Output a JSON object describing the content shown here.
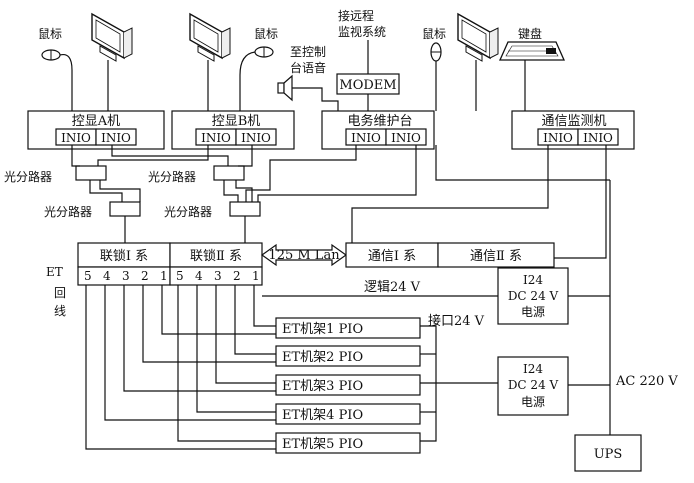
{
  "nodes": {
    "kongxian_a": "控显A机",
    "kongxian_b": "控显B机",
    "dianwu": "电务维护台",
    "tongxin_jiance": "通信监测机",
    "modem": "MODEM",
    "remote_monitor_line1": "接远程",
    "remote_monitor_line2": "监视系统",
    "to_console_line1": "至控制",
    "to_console_line2": "台语音",
    "mouse": "鼠标",
    "keyboard": "键盘",
    "optical_splitter": "光分路器",
    "interlock_1": "联锁Ⅰ 系",
    "interlock_2": "联锁Ⅱ 系",
    "comm_1": "通信Ⅰ 系",
    "comm_2": "通信Ⅱ 系",
    "lan": "125 M Lan",
    "et_label": "ET",
    "loop_label_1": "回",
    "loop_label_2": "线",
    "ports": [
      "5",
      "4",
      "3",
      "2",
      "1"
    ],
    "inio": "INIO",
    "racks": [
      "ET机架1   PIO",
      "ET机架2   PIO",
      "ET机架3   PIO",
      "ET机架4   PIO",
      "ET机架5   PIO"
    ],
    "logic_24v": "逻辑24 V",
    "interface_24v": "接口24 V",
    "psu_line1": "I24",
    "psu_line2": "DC 24 V",
    "psu_line3": "电源",
    "ac_220v": "AC 220 V",
    "ups": "UPS"
  }
}
